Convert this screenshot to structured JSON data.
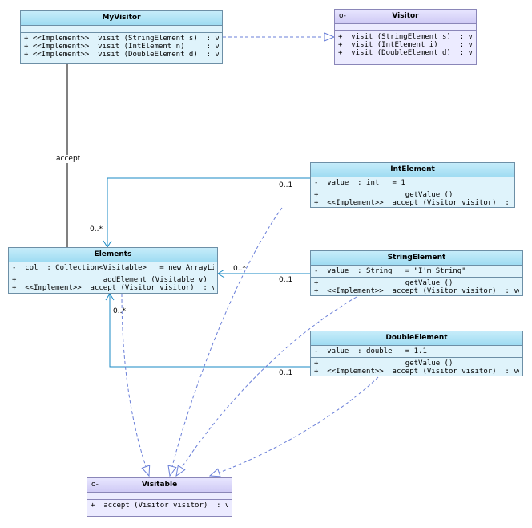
{
  "classes": {
    "myvisitor": {
      "name": "MyVisitor",
      "methods": [
        "+ <<Implement>>  visit (StringElement s)  : void",
        "+ <<Implement>>  visit (IntElement n)     : void",
        "+ <<Implement>>  visit (DoubleElement d)  : void"
      ]
    },
    "visitor": {
      "name": "Visitor",
      "interface_icon": "o-",
      "methods": [
        "+  visit (StringElement s)  : void",
        "+  visit (IntElement i)     : void",
        "+  visit (DoubleElement d)  : void"
      ]
    },
    "intelement": {
      "name": "IntElement",
      "attributes": [
        "-  value  : int   = 1"
      ],
      "methods": [
        "+                    getValue ()               : int",
        "+  <<Implement>>  accept (Visitor visitor)  : void"
      ]
    },
    "elements": {
      "name": "Elements",
      "attributes": [
        "-  col  : Collection<Visitable>   = new ArrayList()"
      ],
      "methods": [
        "+                    addElement (Visitable v)  : void",
        "+  <<Implement>>  accept (Visitor visitor)  : void"
      ]
    },
    "stringelement": {
      "name": "StringElement",
      "attributes": [
        "-  value  : String   = \"I'm String\""
      ],
      "methods": [
        "+                    getValue ()               : String",
        "+  <<Implement>>  accept (Visitor visitor)  : void"
      ]
    },
    "doubleelement": {
      "name": "DoubleElement",
      "attributes": [
        "-  value  : double   = 1.1"
      ],
      "methods": [
        "+                    getValue ()               : double",
        "+  <<Implement>>  accept (Visitor visitor)  : void"
      ]
    },
    "visitable": {
      "name": "Visitable",
      "interface_icon": "o-",
      "methods": [
        "+  accept (Visitor visitor)  : void"
      ]
    }
  },
  "associations": {
    "accept_label": "accept",
    "elements_many_top": "0..*",
    "elements_many_right": "0..*",
    "elements_many_bottom": "0..*",
    "int_one": "0..1",
    "string_one": "0..1",
    "double_one": "0..1"
  },
  "colors": {
    "class_fill": "#dff3fb",
    "interface_fill": "#ecebff",
    "line_solid": "#1a8ac4",
    "line_dashed": "#6a7fd8"
  }
}
